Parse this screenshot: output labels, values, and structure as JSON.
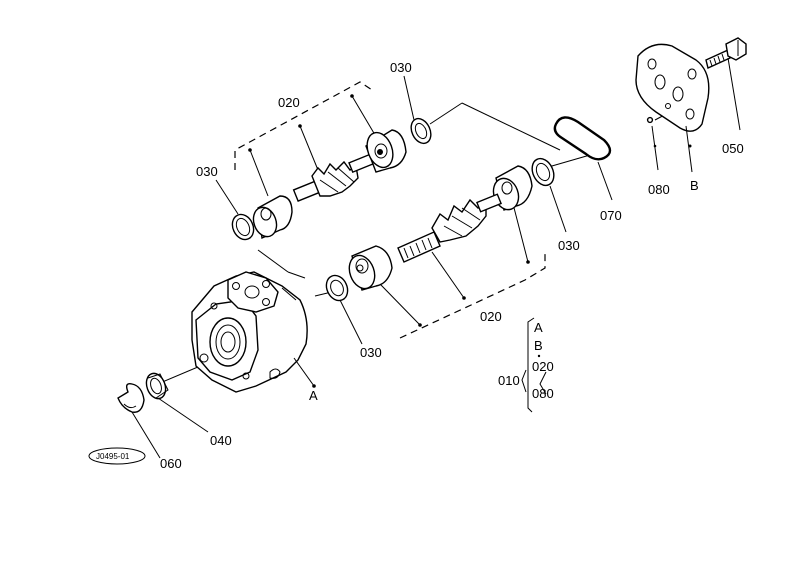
{
  "callouts": {
    "c020_top": "020",
    "c030_top": "030",
    "c030_left": "030",
    "c030_mid": "030",
    "c030_bottom": "030",
    "c020_bottom": "020",
    "c070": "070",
    "c050": "050",
    "c080": "080",
    "cB": "B",
    "cA": "A",
    "c040": "040",
    "c060": "060"
  },
  "stamp": "J0495-01",
  "legend": {
    "a": "A",
    "b": "B",
    "c020": "020",
    "c010": "010",
    "c080": "080"
  }
}
